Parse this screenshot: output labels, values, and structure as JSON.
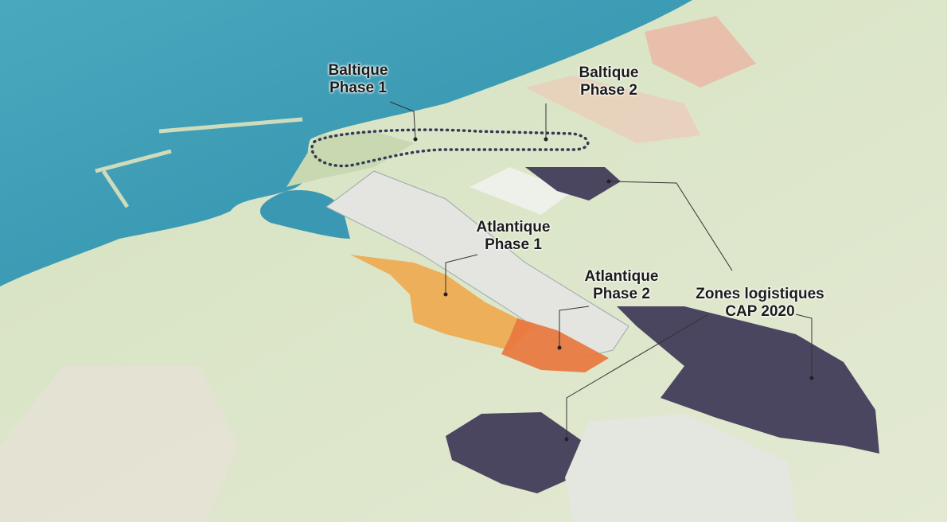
{
  "labels": {
    "baltique_1": {
      "line1": "Baltique",
      "line2": "Phase 1"
    },
    "baltique_2": {
      "line1": "Baltique",
      "line2": "Phase 2"
    },
    "atlantique_1": {
      "line1": "Atlantique",
      "line2": "Phase 1"
    },
    "atlantique_2": {
      "line1": "Atlantique",
      "line2": "Phase 2"
    },
    "zones_logistiques": {
      "line1": "Zones logistiques",
      "line2": "CAP 2020"
    }
  },
  "colors": {
    "sea": "#3e9db6",
    "land": "#d9e4c4",
    "atlantique_1": "#f0a94e",
    "atlantique_2": "#e8773f",
    "logistics": "#4b4660",
    "industrial": "#e9b3a0"
  }
}
